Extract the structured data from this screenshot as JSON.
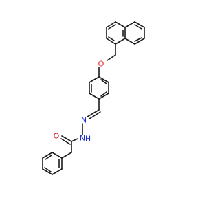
{
  "molecule": {
    "atoms": [
      {
        "id": "o_ether",
        "symbol": "O",
        "color": "#e02020"
      },
      {
        "id": "n_imine",
        "symbol": "N",
        "color": "#2030d0"
      },
      {
        "id": "n_nh",
        "symbol": "N",
        "color": "#2030d0"
      },
      {
        "id": "h_nh",
        "symbol": "H",
        "color": "#2030d0"
      },
      {
        "id": "o_carbonyl",
        "symbol": "O",
        "color": "#e02020"
      }
    ],
    "bond_color": "#1a1a1a"
  }
}
